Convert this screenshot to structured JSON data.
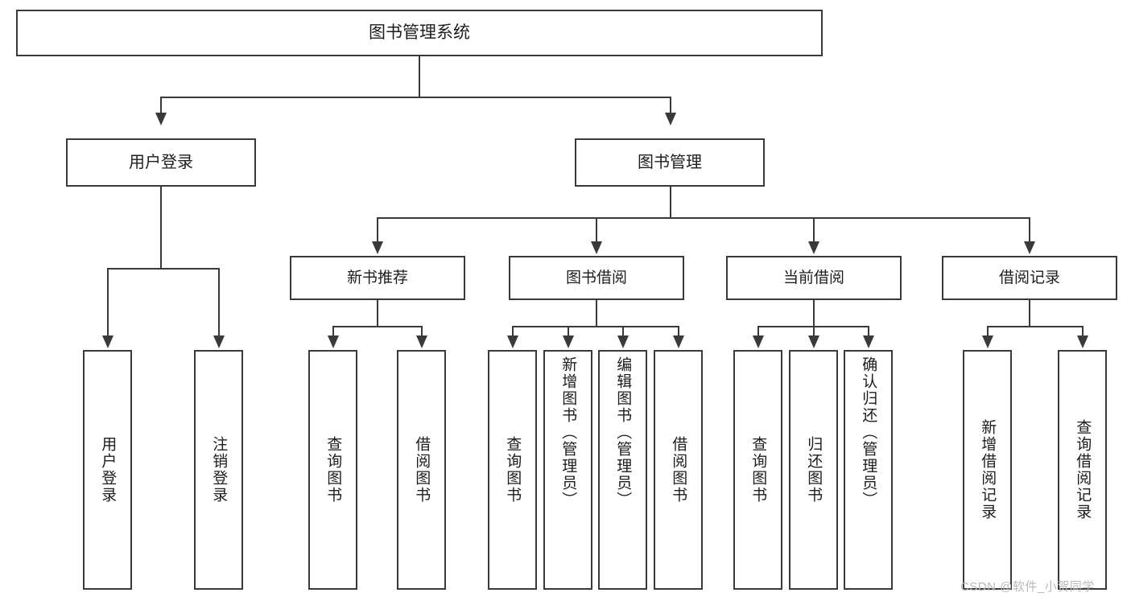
{
  "diagram": {
    "type": "tree-hierarchy-chart",
    "root": {
      "label": "图书管理系统"
    },
    "level1": [
      {
        "label": "用户登录"
      },
      {
        "label": "图书管理"
      }
    ],
    "level2": [
      {
        "label": "新书推荐"
      },
      {
        "label": "图书借阅"
      },
      {
        "label": "当前借阅"
      },
      {
        "label": "借阅记录"
      }
    ],
    "leaves": {
      "user_login": [
        {
          "label": "用户登录"
        },
        {
          "label": "注销登录"
        }
      ],
      "new_book_recommend": [
        {
          "label": "查询图书"
        },
        {
          "label": "借阅图书"
        }
      ],
      "book_borrow": [
        {
          "label": "查询图书"
        },
        {
          "label": "新增图书（管理员）"
        },
        {
          "label": "编辑图书（管理员）"
        },
        {
          "label": "借阅图书"
        }
      ],
      "current_borrow": [
        {
          "label": "查询图书"
        },
        {
          "label": "归还图书"
        },
        {
          "label": "确认归还（管理员）"
        }
      ],
      "borrow_record": [
        {
          "label": "新增借阅记录"
        },
        {
          "label": "查询借阅记录"
        }
      ]
    }
  },
  "watermark": {
    "text": "CSDN @软件_小贺同学"
  },
  "colors": {
    "stroke": "#3a3a3a",
    "text": "#1d1d1d",
    "background": "#ffffff",
    "watermark": "#b9b9b9"
  }
}
